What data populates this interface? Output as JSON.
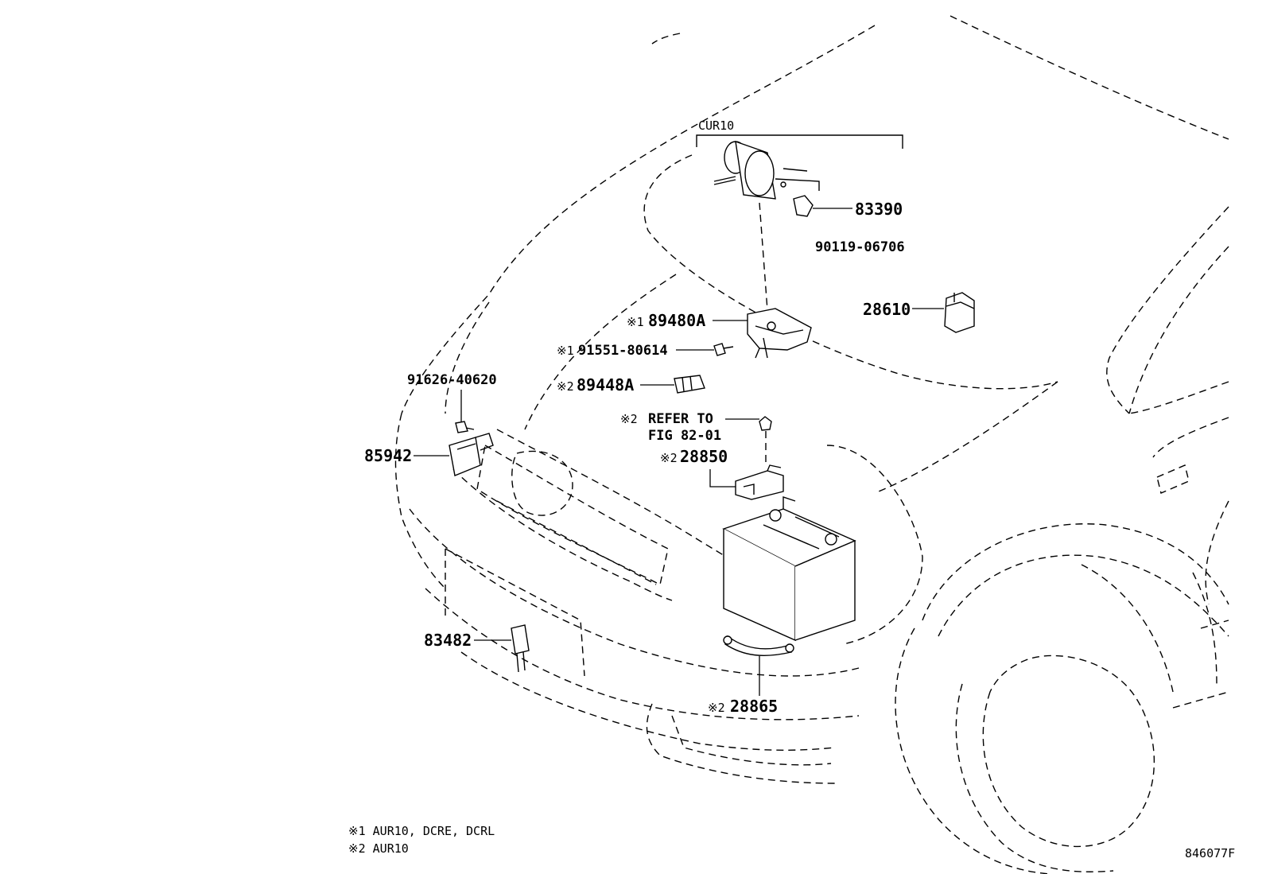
{
  "diagram": {
    "group_label": "CUR10",
    "parts": {
      "p83390": "83390",
      "p90119": "90119-06706",
      "p28610": "28610",
      "p89480A_mark": "※1",
      "p89480A": "89480A",
      "p91551_mark": "※1",
      "p91551": "91551-80614",
      "p89448A_mark": "※2",
      "p89448A": "89448A",
      "p91626": "91626-40620",
      "p85942": "85942",
      "refer_mark": "※2",
      "refer_line1": "REFER TO",
      "refer_line2": "FIG 82-01",
      "p28850_mark": "※2",
      "p28850": "28850",
      "p83482": "83482",
      "p28865_mark": "※2",
      "p28865": "28865"
    },
    "notes": {
      "note1": "※1 AUR10, DCRE, DCRL",
      "note2": "※2 AUR10"
    },
    "figure_id": "846077F"
  }
}
